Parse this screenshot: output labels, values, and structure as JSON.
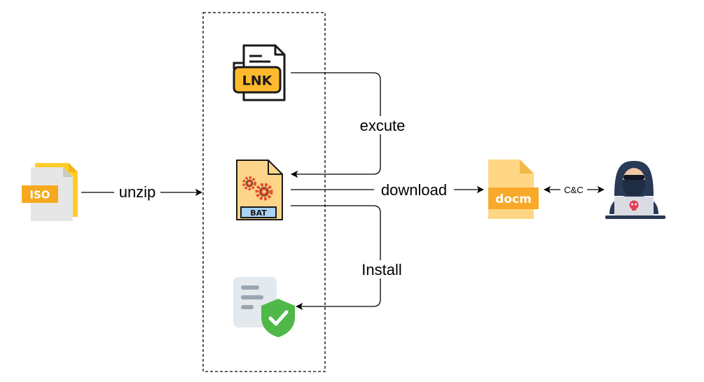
{
  "nodes": {
    "iso": {
      "label": "ISO"
    },
    "lnk": {
      "label": "LNK"
    },
    "bat": {
      "label": "BAT"
    },
    "docm": {
      "label": "docm"
    }
  },
  "edges": {
    "unzip": "unzip",
    "execute": "excute",
    "download": "download",
    "install": "Install",
    "c2": "C&C"
  },
  "icons": {
    "iso": "iso-file-icon",
    "lnk": "lnk-file-icon",
    "bat": "bat-file-icon",
    "installed": "shield-document-icon",
    "docm": "docm-file-icon",
    "attacker": "hacker-icon"
  },
  "colors": {
    "iso_yellow": "#ffcd29",
    "iso_gray": "#e6e6e6",
    "iso_badge": "#f6a91e",
    "lnk_orange": "#ffb92e",
    "bat_body": "#fdd58a",
    "bat_gear": "#e84e2a",
    "bat_tag": "#a9d3f4",
    "shield_green": "#4fb848",
    "doc_gray": "#e4e9ee",
    "docm_body": "#ffd685",
    "docm_badge": "#f8a929",
    "hacker_navy": "#283a56",
    "hacker_skull": "#e4405a"
  }
}
